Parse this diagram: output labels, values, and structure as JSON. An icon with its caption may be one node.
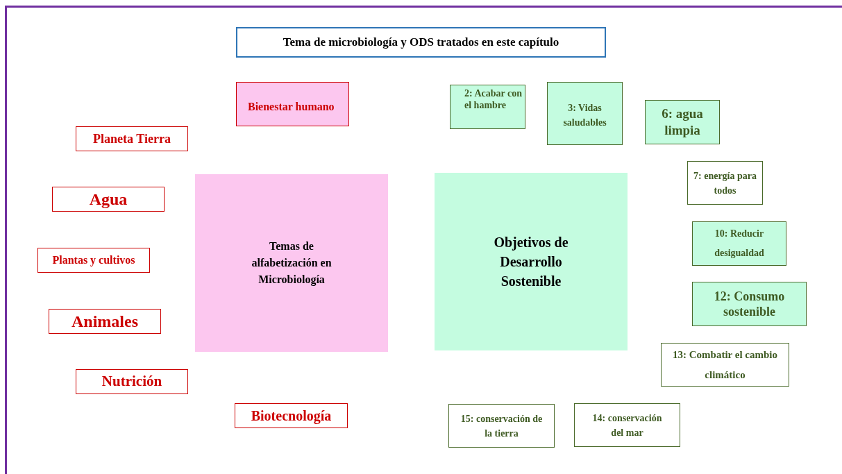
{
  "diagram": {
    "title": "Tema de microbiología y ODS tratados en este capítulo",
    "nodes": [
      {
        "text": [
          "Bienestar humano"
        ]
      },
      {
        "text": [
          "2: Acabar con el hambre"
        ]
      },
      {
        "text": [
          "3: Vidas saludables"
        ]
      },
      {
        "text": [
          "6: agua limpia"
        ]
      },
      {
        "text": [
          "Planeta Tierra"
        ]
      },
      {
        "text": [
          "7: energía para todos"
        ]
      },
      {
        "text": [
          "Agua"
        ]
      },
      {
        "text": [
          "Temas de alfabetización en Microbiología"
        ]
      },
      {
        "text": [
          "Objetivos de Desarrollo Sostenible"
        ]
      },
      {
        "text": [
          "10: Reducir desigualdad"
        ]
      },
      {
        "text": [
          "Plantas y cultivos"
        ]
      },
      {
        "text": [
          "12: Consumo sostenible"
        ]
      },
      {
        "text": [
          "Animales"
        ]
      },
      {
        "text": [
          "13: Combatir el cambio climático"
        ]
      },
      {
        "text": [
          "Nutrición"
        ]
      },
      {
        "text": [
          "Biotecnología"
        ]
      },
      {
        "text": [
          "15: conservación de la tierra"
        ]
      },
      {
        "text": [
          "14: conservación del mar"
        ]
      }
    ]
  }
}
